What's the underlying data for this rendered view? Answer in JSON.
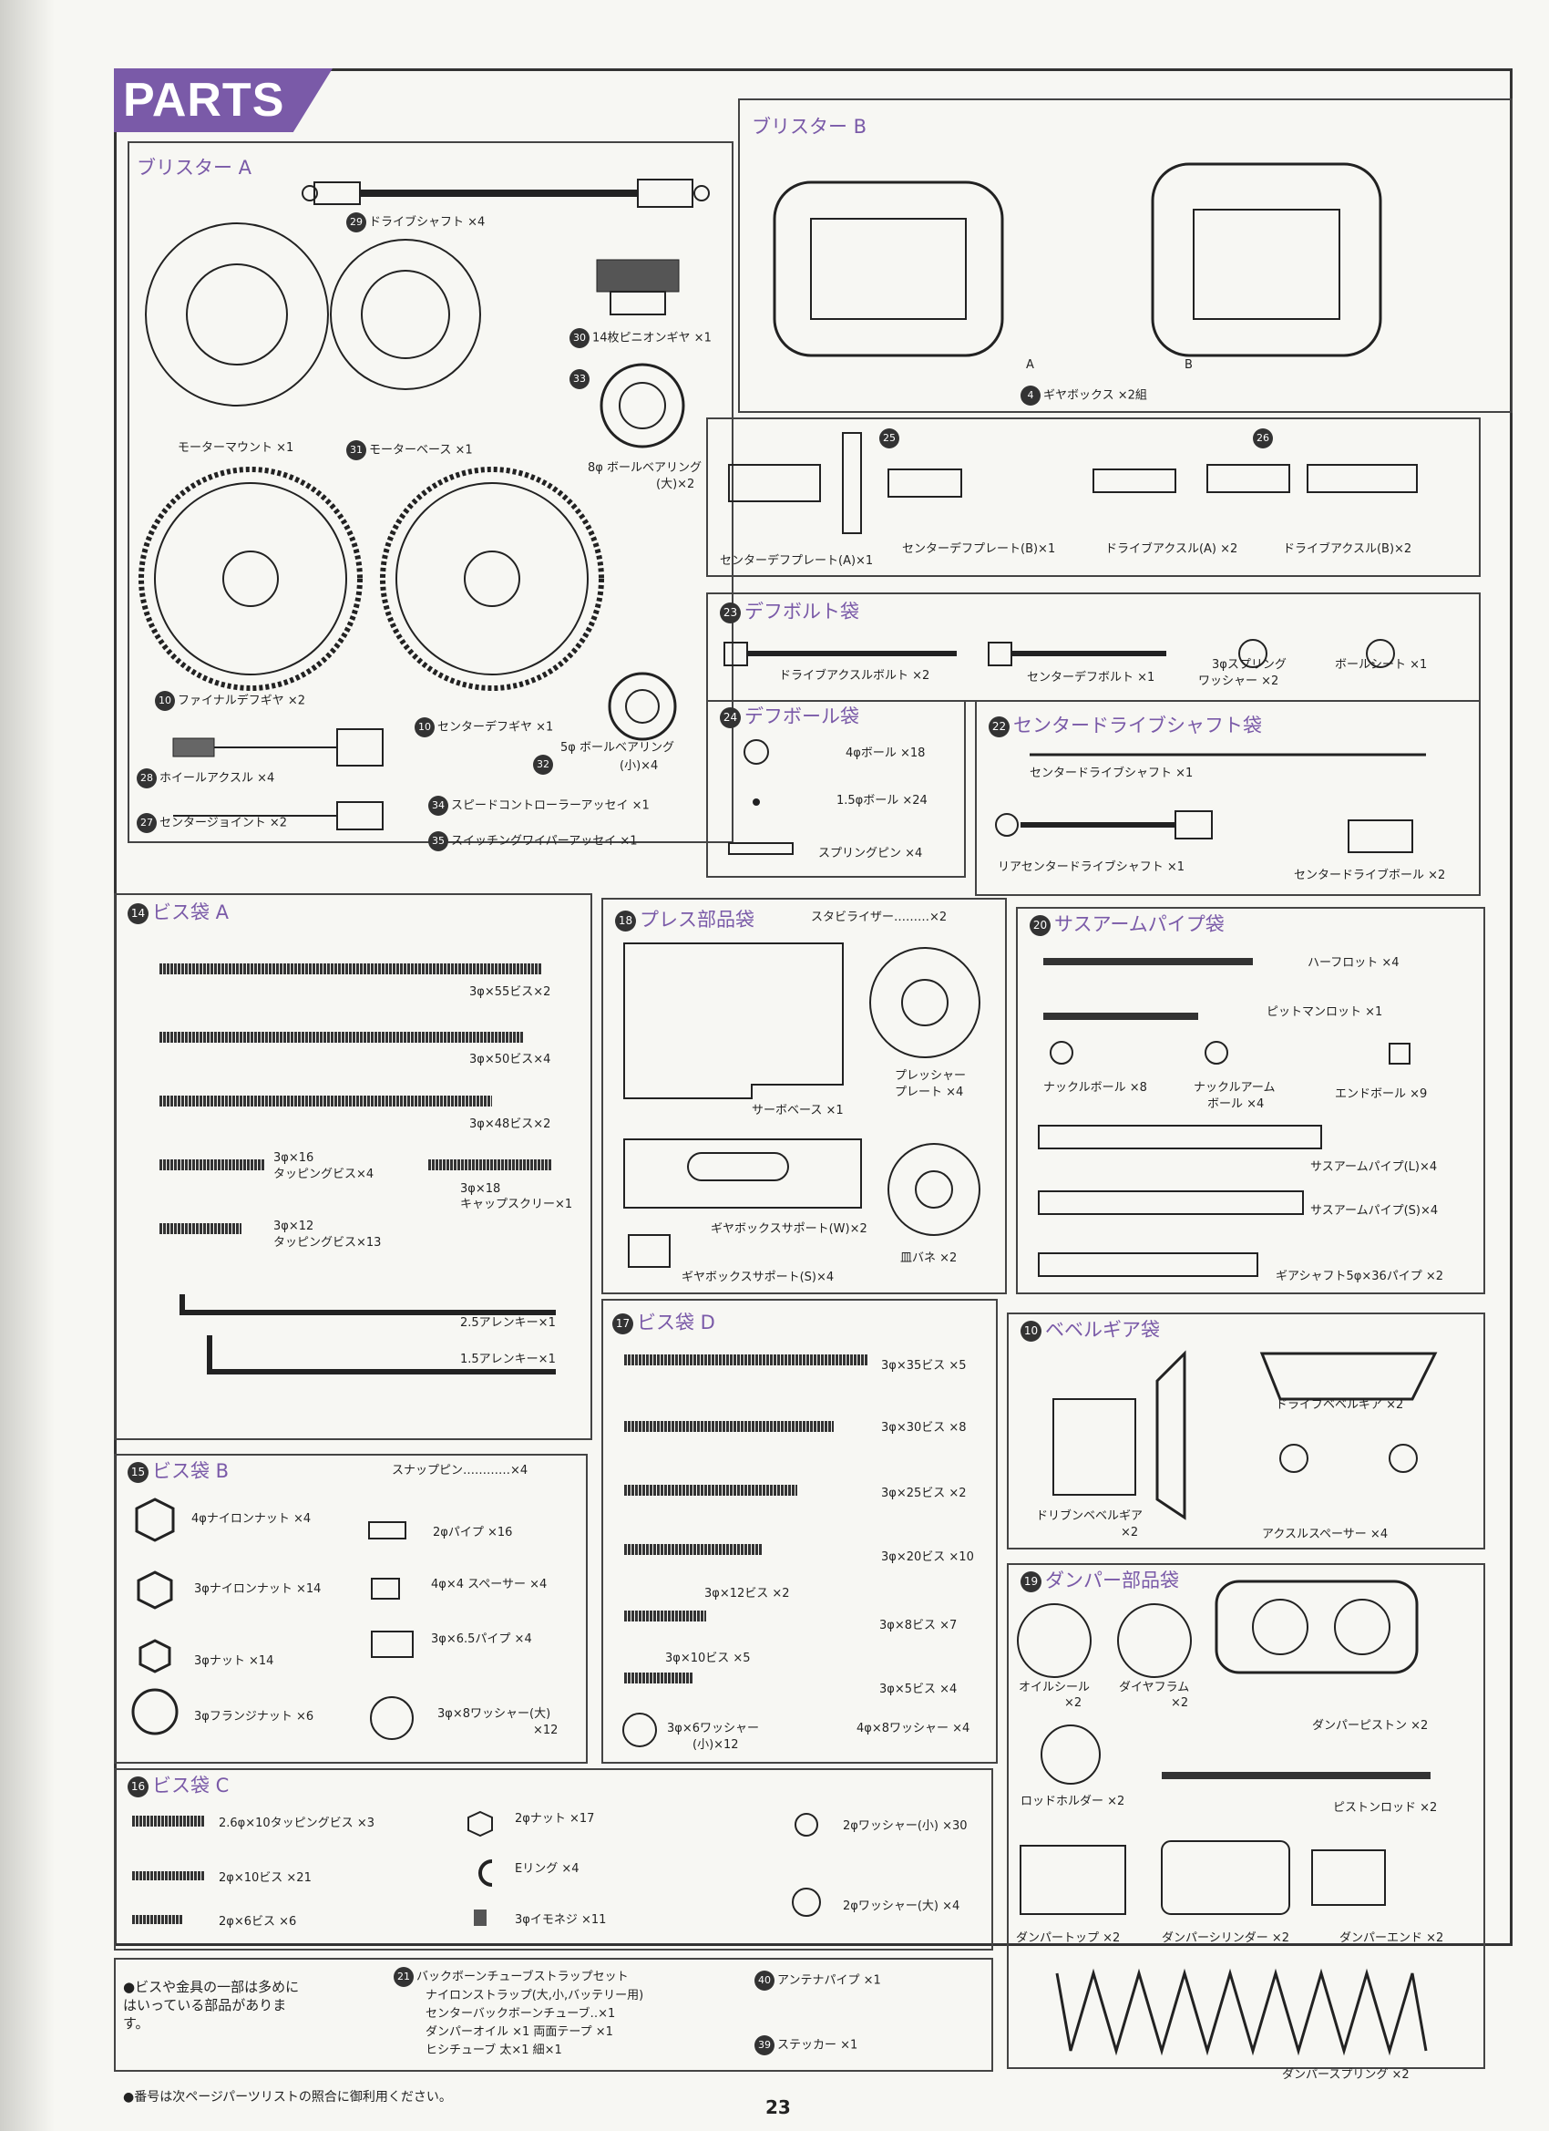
{
  "header": {
    "badge": "PARTS"
  },
  "blisterA": {
    "title": "ブリスター A",
    "p29": {
      "num": "29",
      "label": "ドライブシャフト ×4"
    },
    "p30": {
      "num": "30",
      "label": "14枚ピニオンギヤ ×1"
    },
    "p33": {
      "num": "33",
      "label1": "8φ ボールベアリング",
      "label2": "(大)×2"
    },
    "motorMount": {
      "label": "モーターマウント ×1"
    },
    "p31": {
      "num": "31",
      "label": "モーターベース ×1"
    },
    "p10a": {
      "num": "10",
      "label": "ファイナルデフギヤ ×2"
    },
    "p10b": {
      "num": "10",
      "label": "センターデフギヤ ×1"
    },
    "p32": {
      "num": "32",
      "label1": "5φ ボールベアリング",
      "label2": "(小)×4"
    },
    "p28": {
      "num": "28",
      "label": "ホイールアクスル ×4"
    },
    "p34": {
      "num": "34",
      "label": "スピードコントローラーアッセイ ×1"
    },
    "p27": {
      "num": "27",
      "label": "センタージョイント ×2"
    },
    "p35": {
      "num": "35",
      "label": "スイッチングワイパーアッセイ ×1"
    }
  },
  "blisterB": {
    "title": "ブリスター B",
    "a": "A",
    "b": "B",
    "p4": {
      "num": "4",
      "label": "ギヤボックス ×2組"
    }
  },
  "p25": {
    "num": "25",
    "label1": "センターデフプレート(A)×1",
    "label2": "センターデフプレート(B)×1"
  },
  "p26": {
    "num": "26",
    "label1": "ドライブアクスル(A) ×2",
    "label2": "ドライブアクスル(B)×2"
  },
  "bag23": {
    "num": "23",
    "title": "デフボルト袋",
    "i1": "ドライブアクスルボルト ×2",
    "i2": "センターデフボルト ×1",
    "i3a": "3φスプリング",
    "i3b": "ワッシャー ×2",
    "i4": "ボールシート ×1"
  },
  "bag24": {
    "num": "24",
    "title": "デフボール袋",
    "i1": "4φボール ×18",
    "i2": "1.5φボール ×24",
    "i3": "スプリングピン ×4"
  },
  "bag22": {
    "num": "22",
    "title": "センタードライブシャフト袋",
    "i1": "センタードライブシャフト ×1",
    "i2": "リアセンタードライブシャフト ×1",
    "i3": "センタードライブボール ×2"
  },
  "bag14": {
    "num": "14",
    "title": "ビス袋 A",
    "i1": "3φ×55ビス×2",
    "i2": "3φ×50ビス×4",
    "i3": "3φ×48ビス×2",
    "i4a": "3φ×16",
    "i4b": "タッピングビス×4",
    "i5a": "3φ×18",
    "i5b": "キャップスクリー×1",
    "i6a": "3φ×12",
    "i6b": "タッピングビス×13",
    "i7": "2.5アレンキー×1",
    "i8": "1.5アレンキー×1"
  },
  "bag18": {
    "num": "18",
    "title": "プレス部品袋",
    "stab": "スタビライザー………×2",
    "i1": "サーボベース ×1",
    "i2a": "プレッシャー",
    "i2b": "プレート ×4",
    "i3": "ギヤボックスサポート(W)×2",
    "i4": "皿バネ ×2",
    "i5": "ギヤボックスサポート(S)×4"
  },
  "bag20": {
    "num": "20",
    "title": "サスアームパイプ袋",
    "i1": "ハーフロット ×4",
    "i2": "ピットマンロット ×1",
    "i3": "ナックルボール ×8",
    "i4a": "ナックルアーム",
    "i4b": "ボール ×4",
    "i5": "エンドボール ×9",
    "i6": "サスアームパイプ(L)×4",
    "i7": "サスアームパイプ(S)×4",
    "i8": "ギアシャフト5φ×36パイプ ×2"
  },
  "bag17": {
    "num": "17",
    "title": "ビス袋 D",
    "i1": "3φ×35ビス ×5",
    "i2": "3φ×30ビス ×8",
    "i3": "3φ×25ビス ×2",
    "i4": "3φ×20ビス ×10",
    "i5": "3φ×12ビス ×2",
    "i6": "3φ×8ビス ×7",
    "i7": "3φ×10ビス ×5",
    "i8": "3φ×5ビス ×4",
    "i9a": "3φ×6ワッシャー",
    "i9b": "(小)×12",
    "i10": "4φ×8ワッシャー ×4"
  },
  "bag10": {
    "num": "10",
    "title": "ベベルギア袋",
    "i1": "ドライブベベルギア ×2",
    "i2a": "ドリブンベベルギア",
    "i2b": "×2",
    "i3": "アクスルスペーサー ×4"
  },
  "bag15": {
    "num": "15",
    "title": "ビス袋 B",
    "snap": "スナップピン…………×4",
    "i1": "4φナイロンナット ×4",
    "i2": "3φナイロンナット ×14",
    "i3": "3φナット ×14",
    "i4": "3φフランジナット ×6",
    "i5": "2φパイプ ×16",
    "i6": "4φ×4 スペーサー ×4",
    "i7": "3φ×6.5パイプ ×4",
    "i8a": "3φ×8ワッシャー(大)",
    "i8b": "×12"
  },
  "bag19": {
    "num": "19",
    "title": "ダンパー部品袋",
    "i1a": "オイルシール",
    "i1b": "×2",
    "i2a": "ダイヤフラム",
    "i2b": "×2",
    "i3": "ダンパーピストン ×2",
    "i4": "ロッドホルダー ×2",
    "i5": "ピストンロッド ×2",
    "i6": "ダンパートップ ×2",
    "i7": "ダンパーシリンダー ×2",
    "i8": "ダンパーエンド ×2",
    "i9": "ダンパースプリング ×2"
  },
  "bag16": {
    "num": "16",
    "title": "ビス袋 C",
    "i1": "2.6φ×10タッピングビス ×3",
    "i2": "2φ×10ビス ×21",
    "i3": "2φ×6ビス ×6",
    "i4": "2φナット ×17",
    "i5": "Eリング ×4",
    "i6": "3φイモネジ ×11",
    "i7": "2φワッシャー(小) ×30",
    "i8": "2φワッシャー(大) ×4"
  },
  "note": {
    "l1": "●ビスや金具の一部は多めに",
    "l2": "はいっている部品がありま",
    "l3": "す。"
  },
  "bag21": {
    "num": "21",
    "l1": "バックボーンチューブストラップセット",
    "l2": "ナイロンストラップ(大,小,バッテリー用)",
    "l3": "センターバックボーンチューブ‥×1",
    "l4": "ダンパーオイル ×1 両面テープ ×1",
    "l5": "ヒシチューブ 太×1 細×1"
  },
  "p40": {
    "num": "40",
    "label": "アンテナパイプ ×1"
  },
  "p39": {
    "num": "39",
    "label": "ステッカー ×1"
  },
  "footer": {
    "note": "●番号は次ページパーツリストの照合に御利用ください。",
    "page": "23"
  }
}
